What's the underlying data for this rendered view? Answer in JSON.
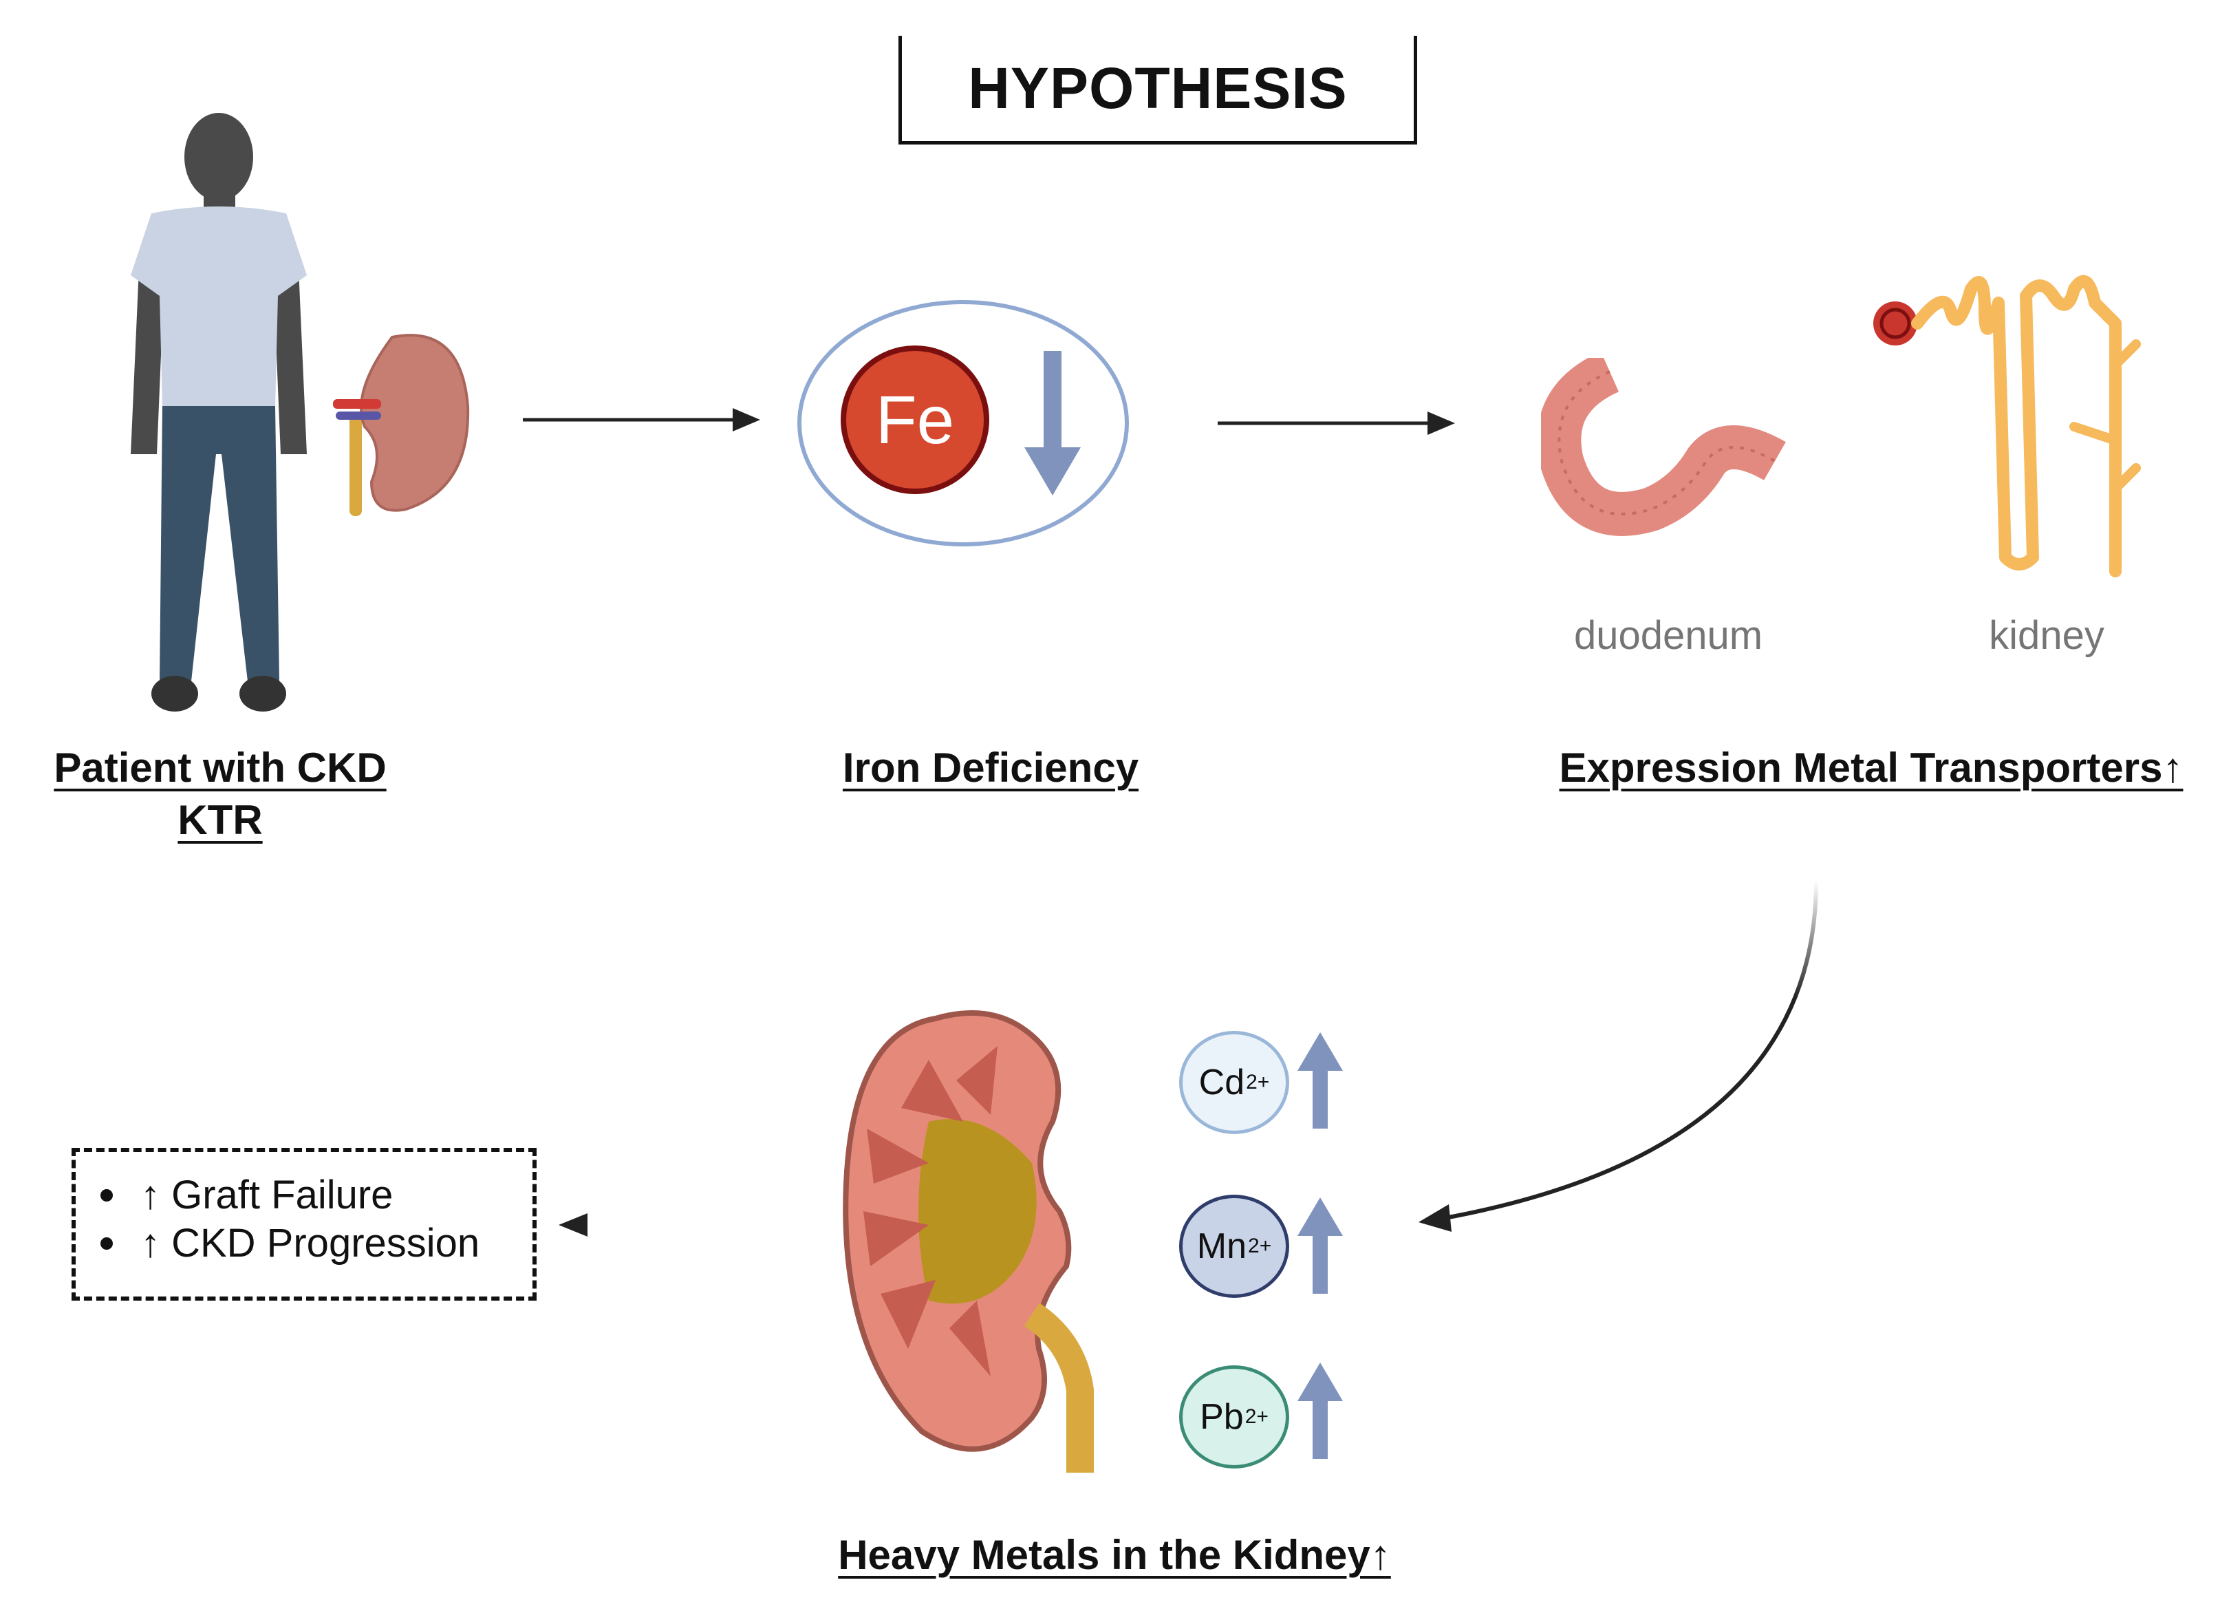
{
  "title": "HYPOTHESIS",
  "steps": {
    "patient": {
      "line1": "Patient with CKD",
      "line2": "KTR"
    },
    "iron": {
      "label": "Iron Deficiency",
      "element": "Fe"
    },
    "transporters": {
      "label": "Expression Metal Transporters↑",
      "organs": [
        "duodenum",
        "kidney"
      ]
    },
    "metals": {
      "label": "Heavy Metals in the Kidney↑",
      "ions": [
        {
          "symbol": "Cd",
          "charge": "2+",
          "fill": "#eaf2fa",
          "stroke": "#9ab7da"
        },
        {
          "symbol": "Mn",
          "charge": "2+",
          "fill": "#c9d3e8",
          "stroke": "#2f3d6b"
        },
        {
          "symbol": "Pb",
          "charge": "2+",
          "fill": "#d8f1ea",
          "stroke": "#3a8c76"
        }
      ]
    }
  },
  "outcomes": [
    "↑ Graft Failure",
    "↑ CKD Progression"
  ],
  "colors": {
    "arrow_up": "#7f93bd",
    "fe_fill": "#d6492f",
    "fe_ring": "#7b0f0f",
    "fe_ellipse": "#8fa9d3",
    "kidney": "#c77e72",
    "duodenum": "#e38a80",
    "nephron": "#f6b95b"
  },
  "icons": [
    "patient-figure",
    "kidney-icon",
    "iron-down-arrow-icon",
    "duodenum-icon",
    "nephron-icon",
    "kidney-cross-section-icon",
    "up-arrow-icon"
  ]
}
